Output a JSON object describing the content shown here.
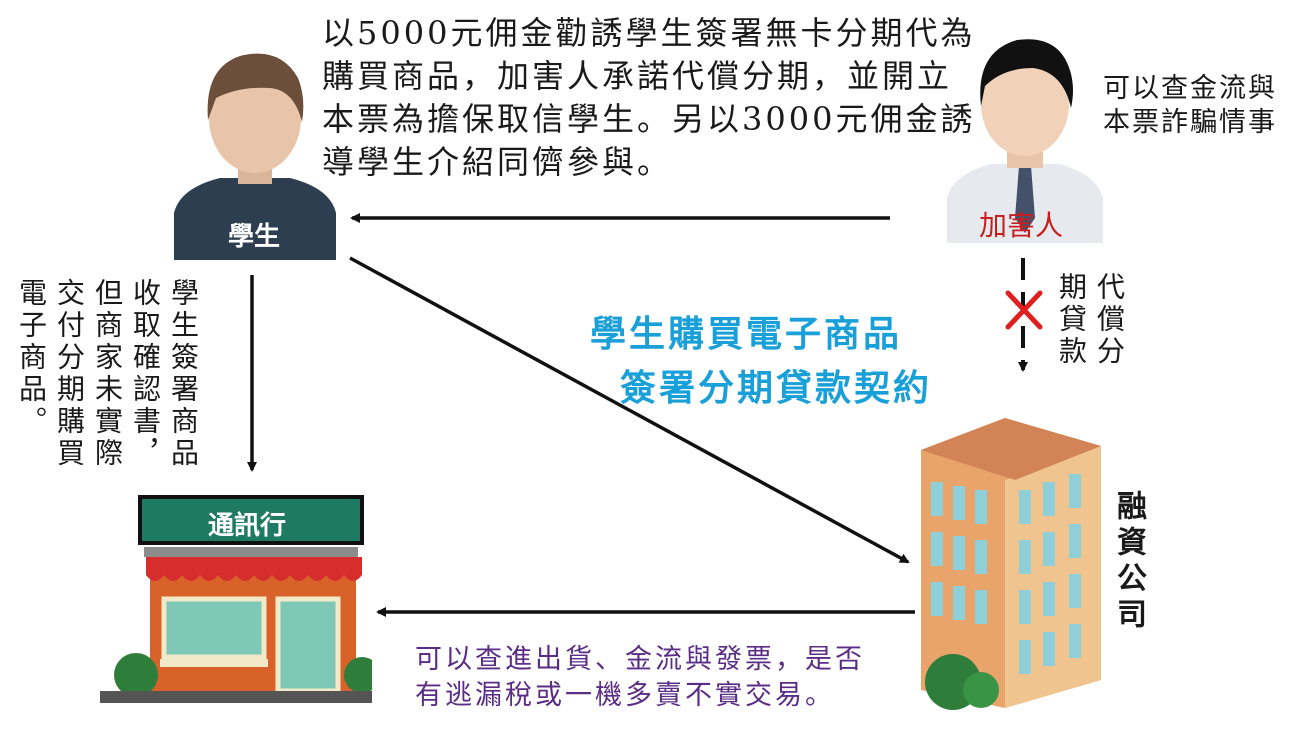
{
  "top_caption_lines": [
    "以5000元佣金勸誘學生簽署無卡分期代為",
    "購買商品，加害人承諾代償分期，並開立",
    "本票為擔保取信學生。另以3000元佣金誘",
    "導學生介紹同儕參與。"
  ],
  "right_note_lines": [
    "可以查金流與",
    "本票詐騙情事"
  ],
  "student_label": "學生",
  "perpetrator_label": "加害人",
  "store_sign": "通訊行",
  "finance_label": "融資公司",
  "left_vertical_lines": [
    "學生簽署商品",
    "收取確認書，",
    "但商家未實際",
    "交付分期購買",
    "電子商品。"
  ],
  "repay_vertical_lines": [
    "代償分",
    "期貸款"
  ],
  "blue_lines": [
    "學生購買電子商品",
    "簽署分期貸款契約"
  ],
  "bottom_lines": [
    "可以查進出貨、金流與發票，是否",
    "有逃漏稅或一機多賣不實交易。"
  ],
  "colors": {
    "arrow": "#111111",
    "blue_text": "#1aa0d8",
    "purple_text": "#5b2d86",
    "red_cross": "#e02020",
    "student_shirt": "#2c3e50",
    "store_sign": "#1f7a63"
  }
}
